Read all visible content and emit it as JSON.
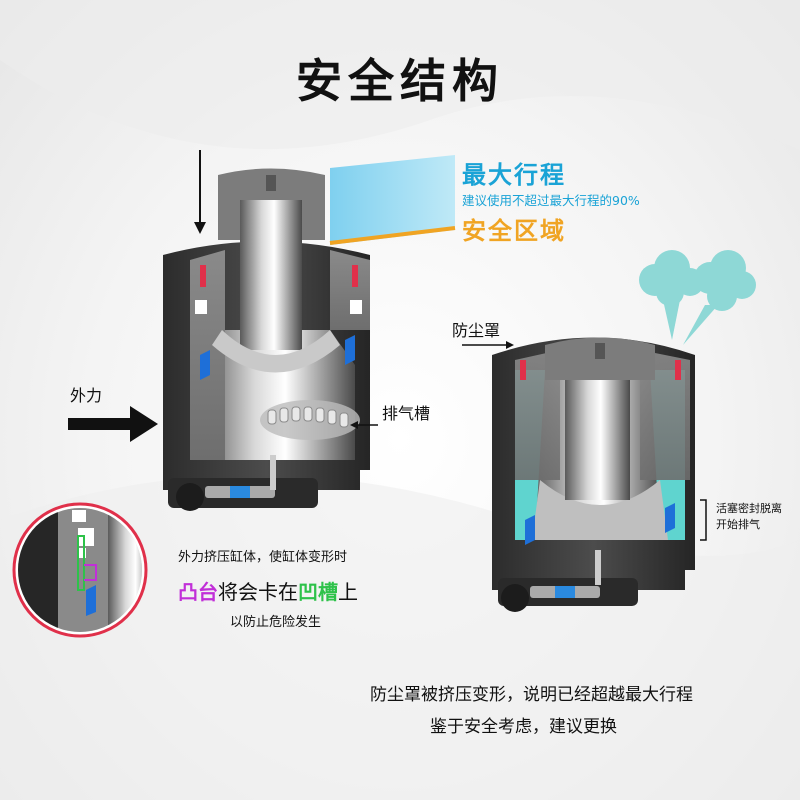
{
  "title": "安全结构",
  "max_stroke": {
    "title": "最大行程",
    "subtitle": "建议使用不超过最大行程的90%",
    "safe_zone": "安全区域"
  },
  "labels": {
    "external_force": "外力",
    "exhaust_groove": "排气槽",
    "dust_cover": "防尘罩",
    "piston_seal_line1": "活塞密封脱离",
    "piston_seal_line2": "开始排气"
  },
  "inset": {
    "line1": "外力挤压缸体，使缸体变形时",
    "line2_part1": "凸台",
    "line2_part2": "将会卡在",
    "line2_part3": "凹槽",
    "line2_part4": "上",
    "line3": "以防止危险发生"
  },
  "note": {
    "line1": "防尘罩被挤压变形，说明已经超越最大行程",
    "line2": "鉴于安全考虑，建议更换"
  },
  "colors": {
    "blue": "#1aa3d6",
    "orange": "#f0a423",
    "purple": "#c12fd8",
    "green": "#2ec24a",
    "teal": "#5fd4cf",
    "red": "#e0304a"
  }
}
